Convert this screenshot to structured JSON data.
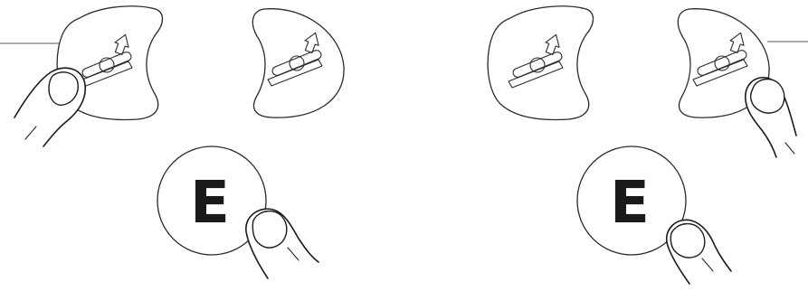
{
  "colors": {
    "line": "#2a2a2a",
    "finger_stroke": "#1a1a1a",
    "background": "#ffffff",
    "letter": "#1a1a1a"
  },
  "panels": [
    {
      "side": "left",
      "earbud_left": {
        "icon": "eject-arrow-icon",
        "pressed": true,
        "leader_line": true
      },
      "earbud_right": {
        "icon": "eject-arrow-icon",
        "pressed": false,
        "leader_line": false
      },
      "e_button": {
        "letter": "E",
        "pressed": true
      }
    },
    {
      "side": "right",
      "earbud_left": {
        "icon": "eject-arrow-icon",
        "pressed": false,
        "leader_line": false
      },
      "earbud_right": {
        "icon": "eject-arrow-icon",
        "pressed": true,
        "leader_line": true
      },
      "e_button": {
        "letter": "E",
        "pressed": true
      }
    }
  ]
}
